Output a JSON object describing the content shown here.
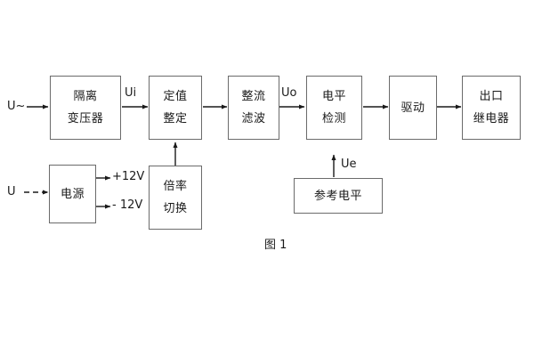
{
  "figure": {
    "caption": "图 1",
    "stroke_color": "#6b6b6b",
    "text_color": "#1a1a1a",
    "background": "#ffffff"
  },
  "blocks": {
    "isolation_transformer": {
      "line1": "隔离",
      "line2": "变压器"
    },
    "setting_value": {
      "line1": "定值",
      "line2": "整定"
    },
    "rectify_filter": {
      "line1": "整流",
      "line2": "滤波"
    },
    "level_detect": {
      "line1": "电平",
      "line2": "检测"
    },
    "drive": {
      "line1": "驱动",
      "line2": ""
    },
    "output_relay": {
      "line1": "出口",
      "line2": "继电器"
    },
    "power_supply": {
      "line1": "电源",
      "line2": ""
    },
    "multiplier_switch": {
      "line1": "倍率",
      "line2": "切换"
    },
    "reference_level": {
      "line1": "参考电平",
      "line2": ""
    }
  },
  "labels": {
    "input_ac": "U~",
    "input_dc": "U",
    "ui": "Ui",
    "uo": "Uo",
    "ue": "Ue",
    "plus_12v": "+12V",
    "minus_12v": "- 12V"
  }
}
